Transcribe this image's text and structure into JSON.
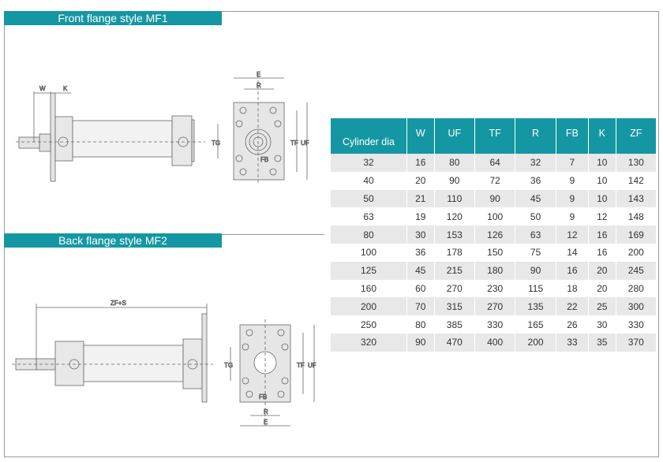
{
  "sections": {
    "front": "Front flange style MF1",
    "back": "Back flange style MF2"
  },
  "labels": {
    "w": "W",
    "k": "K",
    "e": "E",
    "r": "R",
    "tg": "TG",
    "tf": "TF",
    "uf": "UF",
    "fb": "FB",
    "zfs": "ZF+S"
  },
  "table": {
    "headers": [
      "Cylinder dia",
      "W",
      "UF",
      "TF",
      "R",
      "FB",
      "K",
      "ZF"
    ],
    "rows": [
      [
        "32",
        "16",
        "80",
        "64",
        "32",
        "7",
        "10",
        "130"
      ],
      [
        "40",
        "20",
        "90",
        "72",
        "36",
        "9",
        "10",
        "142"
      ],
      [
        "50",
        "21",
        "110",
        "90",
        "45",
        "9",
        "10",
        "143"
      ],
      [
        "63",
        "19",
        "120",
        "100",
        "50",
        "9",
        "12",
        "148"
      ],
      [
        "80",
        "30",
        "153",
        "126",
        "63",
        "12",
        "16",
        "169"
      ],
      [
        "100",
        "36",
        "178",
        "150",
        "75",
        "14",
        "16",
        "200"
      ],
      [
        "125",
        "45",
        "215",
        "180",
        "90",
        "16",
        "20",
        "245"
      ],
      [
        "160",
        "60",
        "270",
        "230",
        "115",
        "18",
        "20",
        "280"
      ],
      [
        "200",
        "70",
        "315",
        "270",
        "135",
        "22",
        "25",
        "300"
      ],
      [
        "250",
        "80",
        "385",
        "330",
        "165",
        "26",
        "30",
        "330"
      ],
      [
        "320",
        "90",
        "470",
        "400",
        "200",
        "33",
        "35",
        "370"
      ]
    ]
  },
  "colors": {
    "accent": "#1597a3"
  }
}
